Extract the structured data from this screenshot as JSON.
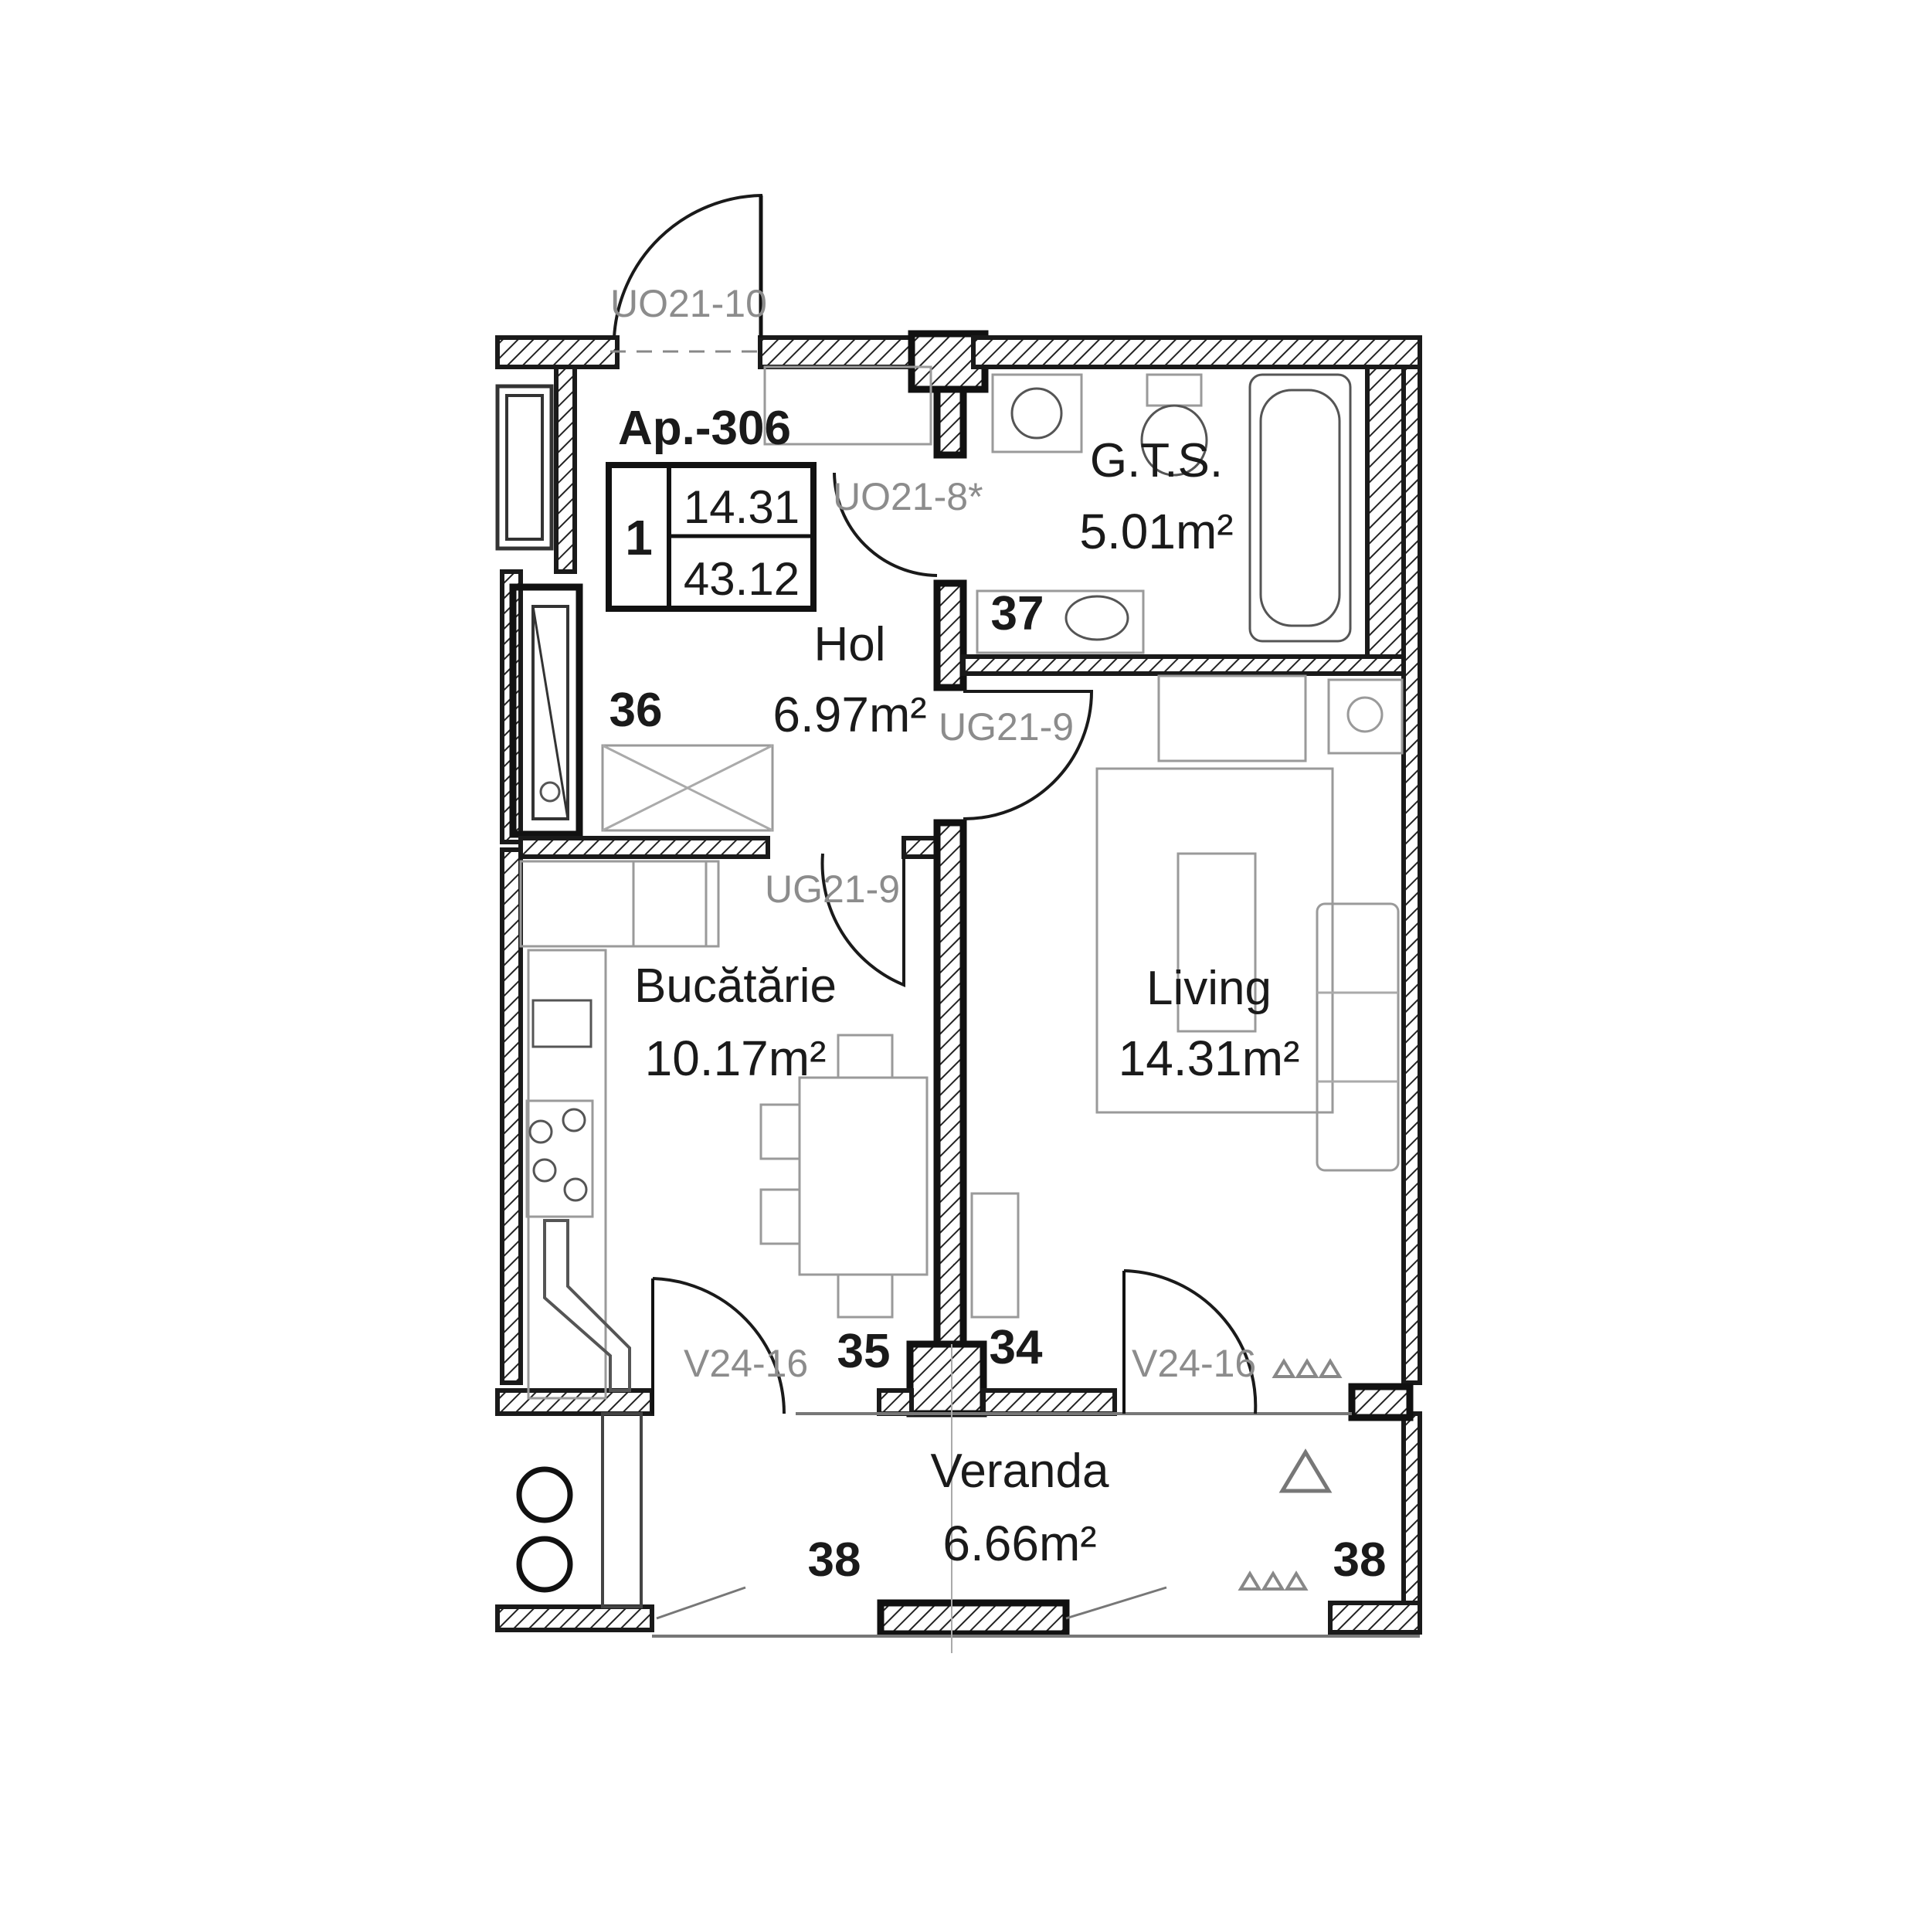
{
  "apartment": {
    "id_label": "Ap.-306",
    "rooms_count": "1",
    "living_area": "14.31",
    "total_area": "43.12"
  },
  "rooms": {
    "hol": {
      "name": "Hol",
      "area": "6.97m²"
    },
    "gts": {
      "name": "G.T.S.",
      "area": "5.01m²"
    },
    "bucatarie": {
      "name": "Bucătărie",
      "area": "10.17m²"
    },
    "living": {
      "name": "Living",
      "area": "14.31m²"
    },
    "veranda": {
      "name": "Veranda",
      "area": "6.66m²"
    }
  },
  "doors": {
    "entry": "UO21-10",
    "bath": "UO21-8*",
    "living": "UG21-9",
    "kitchen": "UG21-9",
    "veranda_left": "V24-16",
    "veranda_right": "V24-16"
  },
  "markers": {
    "m34": "34",
    "m35": "35",
    "m36": "36",
    "m37": "37",
    "m38_left": "38",
    "m38_right": "38"
  }
}
